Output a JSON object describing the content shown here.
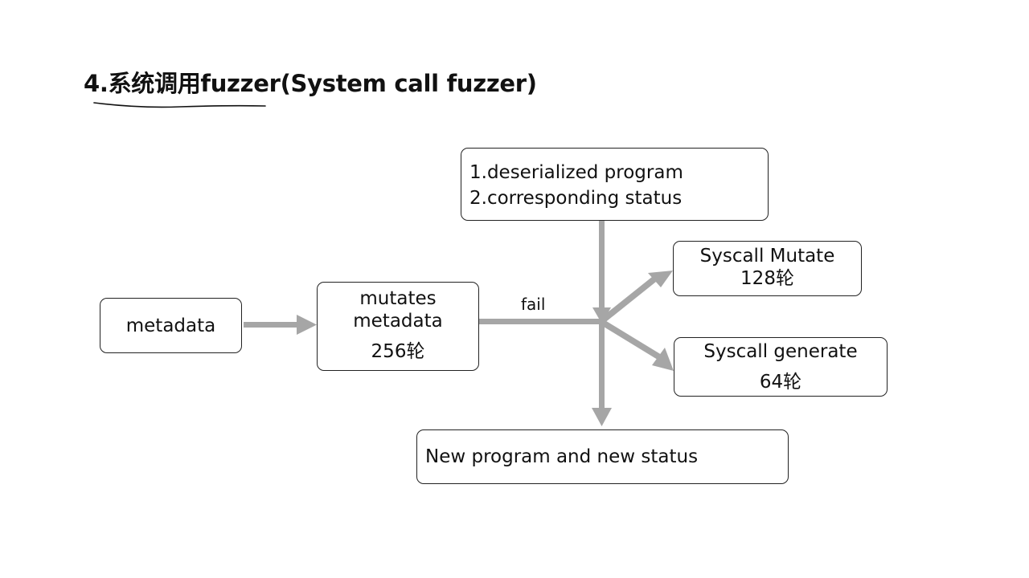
{
  "slide": {
    "title": "4.系统调用fuzzer(System call fuzzer)"
  },
  "diagram": {
    "arrow_color": "#a6a6a6",
    "border_color": "#222222",
    "nodes": {
      "metadata": {
        "label": "metadata"
      },
      "mutates": {
        "line1": "mutates",
        "line2": "metadata",
        "count": "256轮"
      },
      "deserialized": {
        "line1": "1.deserialized program",
        "line2": "2.corresponding status"
      },
      "syscall_mutate": {
        "line1": "Syscall Mutate",
        "line2": "128轮"
      },
      "syscall_generate": {
        "line1": "Syscall generate",
        "line2": "64轮"
      },
      "new_program": {
        "label": "New program and new status"
      }
    },
    "edges": {
      "fail_label": "fail"
    }
  }
}
